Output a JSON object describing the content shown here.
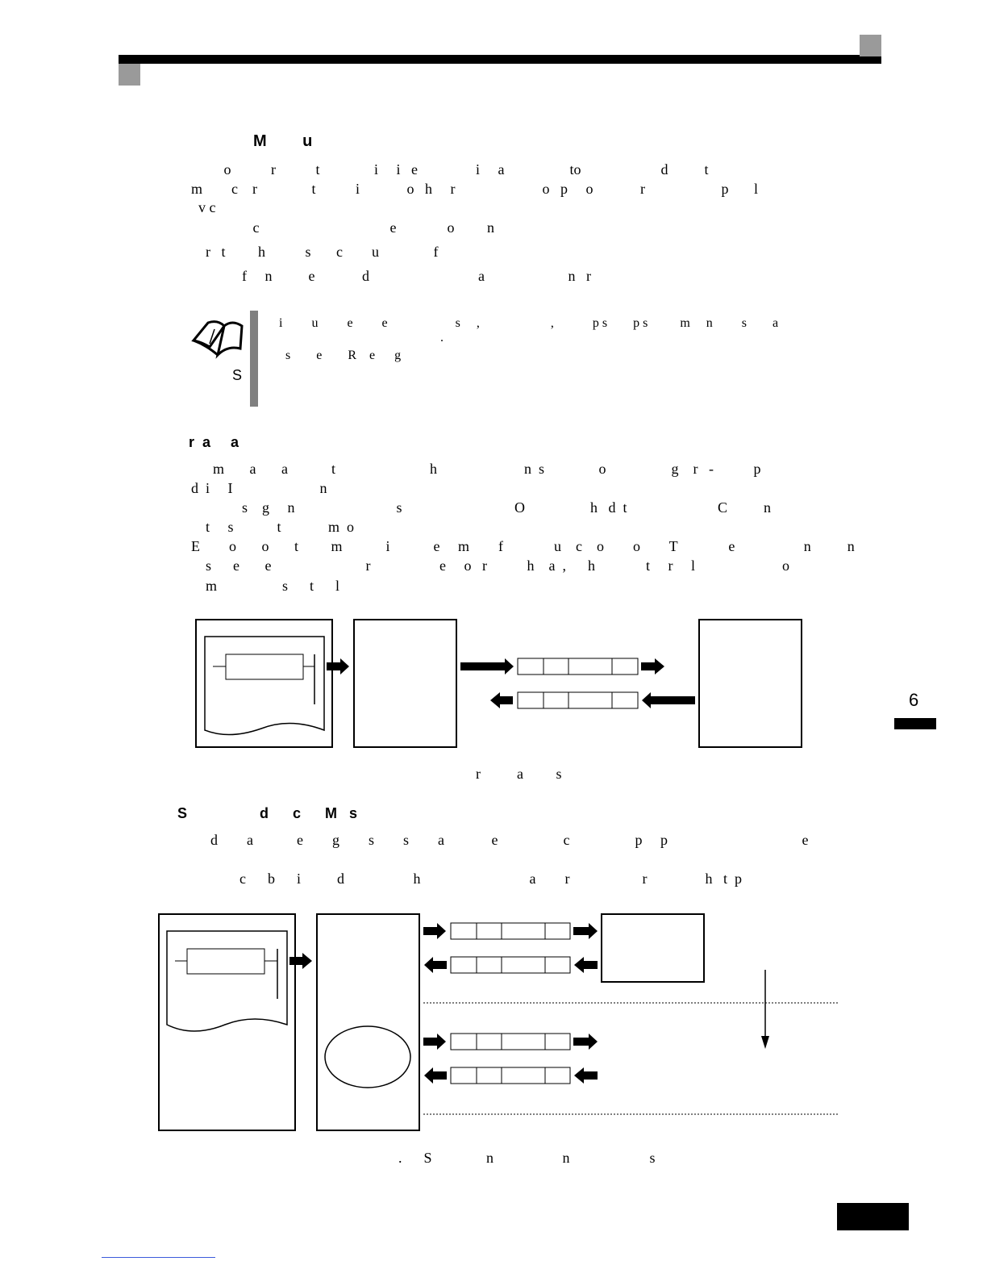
{
  "header": {
    "bar_color": "#000000",
    "square_color": "#9a9a9a"
  },
  "section1": {
    "heading": "M        u",
    "lines": [
      "         o           r           t               i     i   e                i     a                  to                      d          t",
      "m        c    r               t           i             o   h     r                        o   p     o             r                     p       l",
      "  v c",
      "                 c                                    e              o         n",
      "    r   t         h           s       c        u               f",
      "              f     n          e             d                              a                       n   r"
    ]
  },
  "note": {
    "icon": "book-icon",
    "label": "S",
    "lines": [
      "i         u         e         e                     s     ,                      ,            p s        p s          m     n         s        a",
      "                                                  .",
      "  s        e        R    e      g"
    ]
  },
  "section2": {
    "heading": "r  a     a",
    "lines": [
      "      m       a       a            t                          h                        n  s               o                  g    r   -           p",
      "d  i     I                        n",
      "              s    g     n                            s                               O                  h   d  t                         C          n",
      "    t     s            t             m  o",
      "E        o       o       t         m            i            e     m        f              u    c    o        o        T              e                   n          n",
      "    s      e       e                          r                   e     o   r           h    a  ,      h              t     r     l                        o",
      "    m                  s      t      l"
    ],
    "caption": "r          a         s"
  },
  "section3": {
    "heading": "S                  d      c      M   s",
    "lines": [
      "        d        a            e        g        s        s        a             e                  c                  p     p                                     e",
      "",
      "                c      b      i          d                   h                              a        r                    r                h   t  p"
    ],
    "caption": ".      S               n                   n                      s"
  },
  "side_tab": {
    "number": "6"
  }
}
